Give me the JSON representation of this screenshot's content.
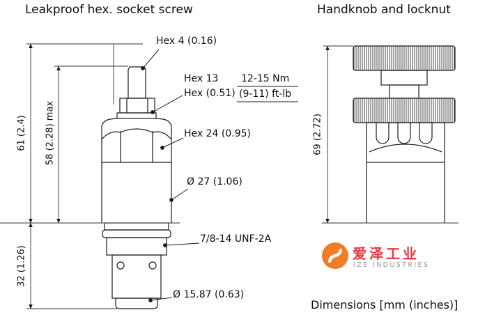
{
  "titles": {
    "left": "Leakproof hex. socket screw",
    "right": "Handknob and locknut"
  },
  "left_drawing": {
    "callouts": {
      "hex_socket": "Hex 4 (0.16)",
      "hex_13": "Hex 13",
      "hex_051": "Hex (0.51)",
      "torque_nm": "12-15 Nm",
      "torque_ftlb": "(9-11) ft-lb",
      "hex_24": "Hex 24 (0.95)",
      "dia_27": "Ø 27 (1.06)",
      "thread": "7/8-14 UNF-2A",
      "dia_nose": "Ø 15.87 (0.63)"
    },
    "dims": {
      "height_61": "61 (2.4)",
      "height_58": "58 (2.28) max",
      "height_32": "32 (1.26)"
    }
  },
  "right_drawing": {
    "dims": {
      "height_69": "69 (2.72)"
    }
  },
  "watermark": {
    "logo": "ize-logo",
    "cn": "爱泽工业",
    "en": "IZE INDUSTRIES"
  },
  "footer": {
    "note": "Dimensions [mm (inches)]"
  },
  "colors": {
    "line": "#1a1a1a",
    "dim_line": "#333333",
    "watermark_orange": "#ee7d23",
    "watermark_red": "#e8383d"
  }
}
